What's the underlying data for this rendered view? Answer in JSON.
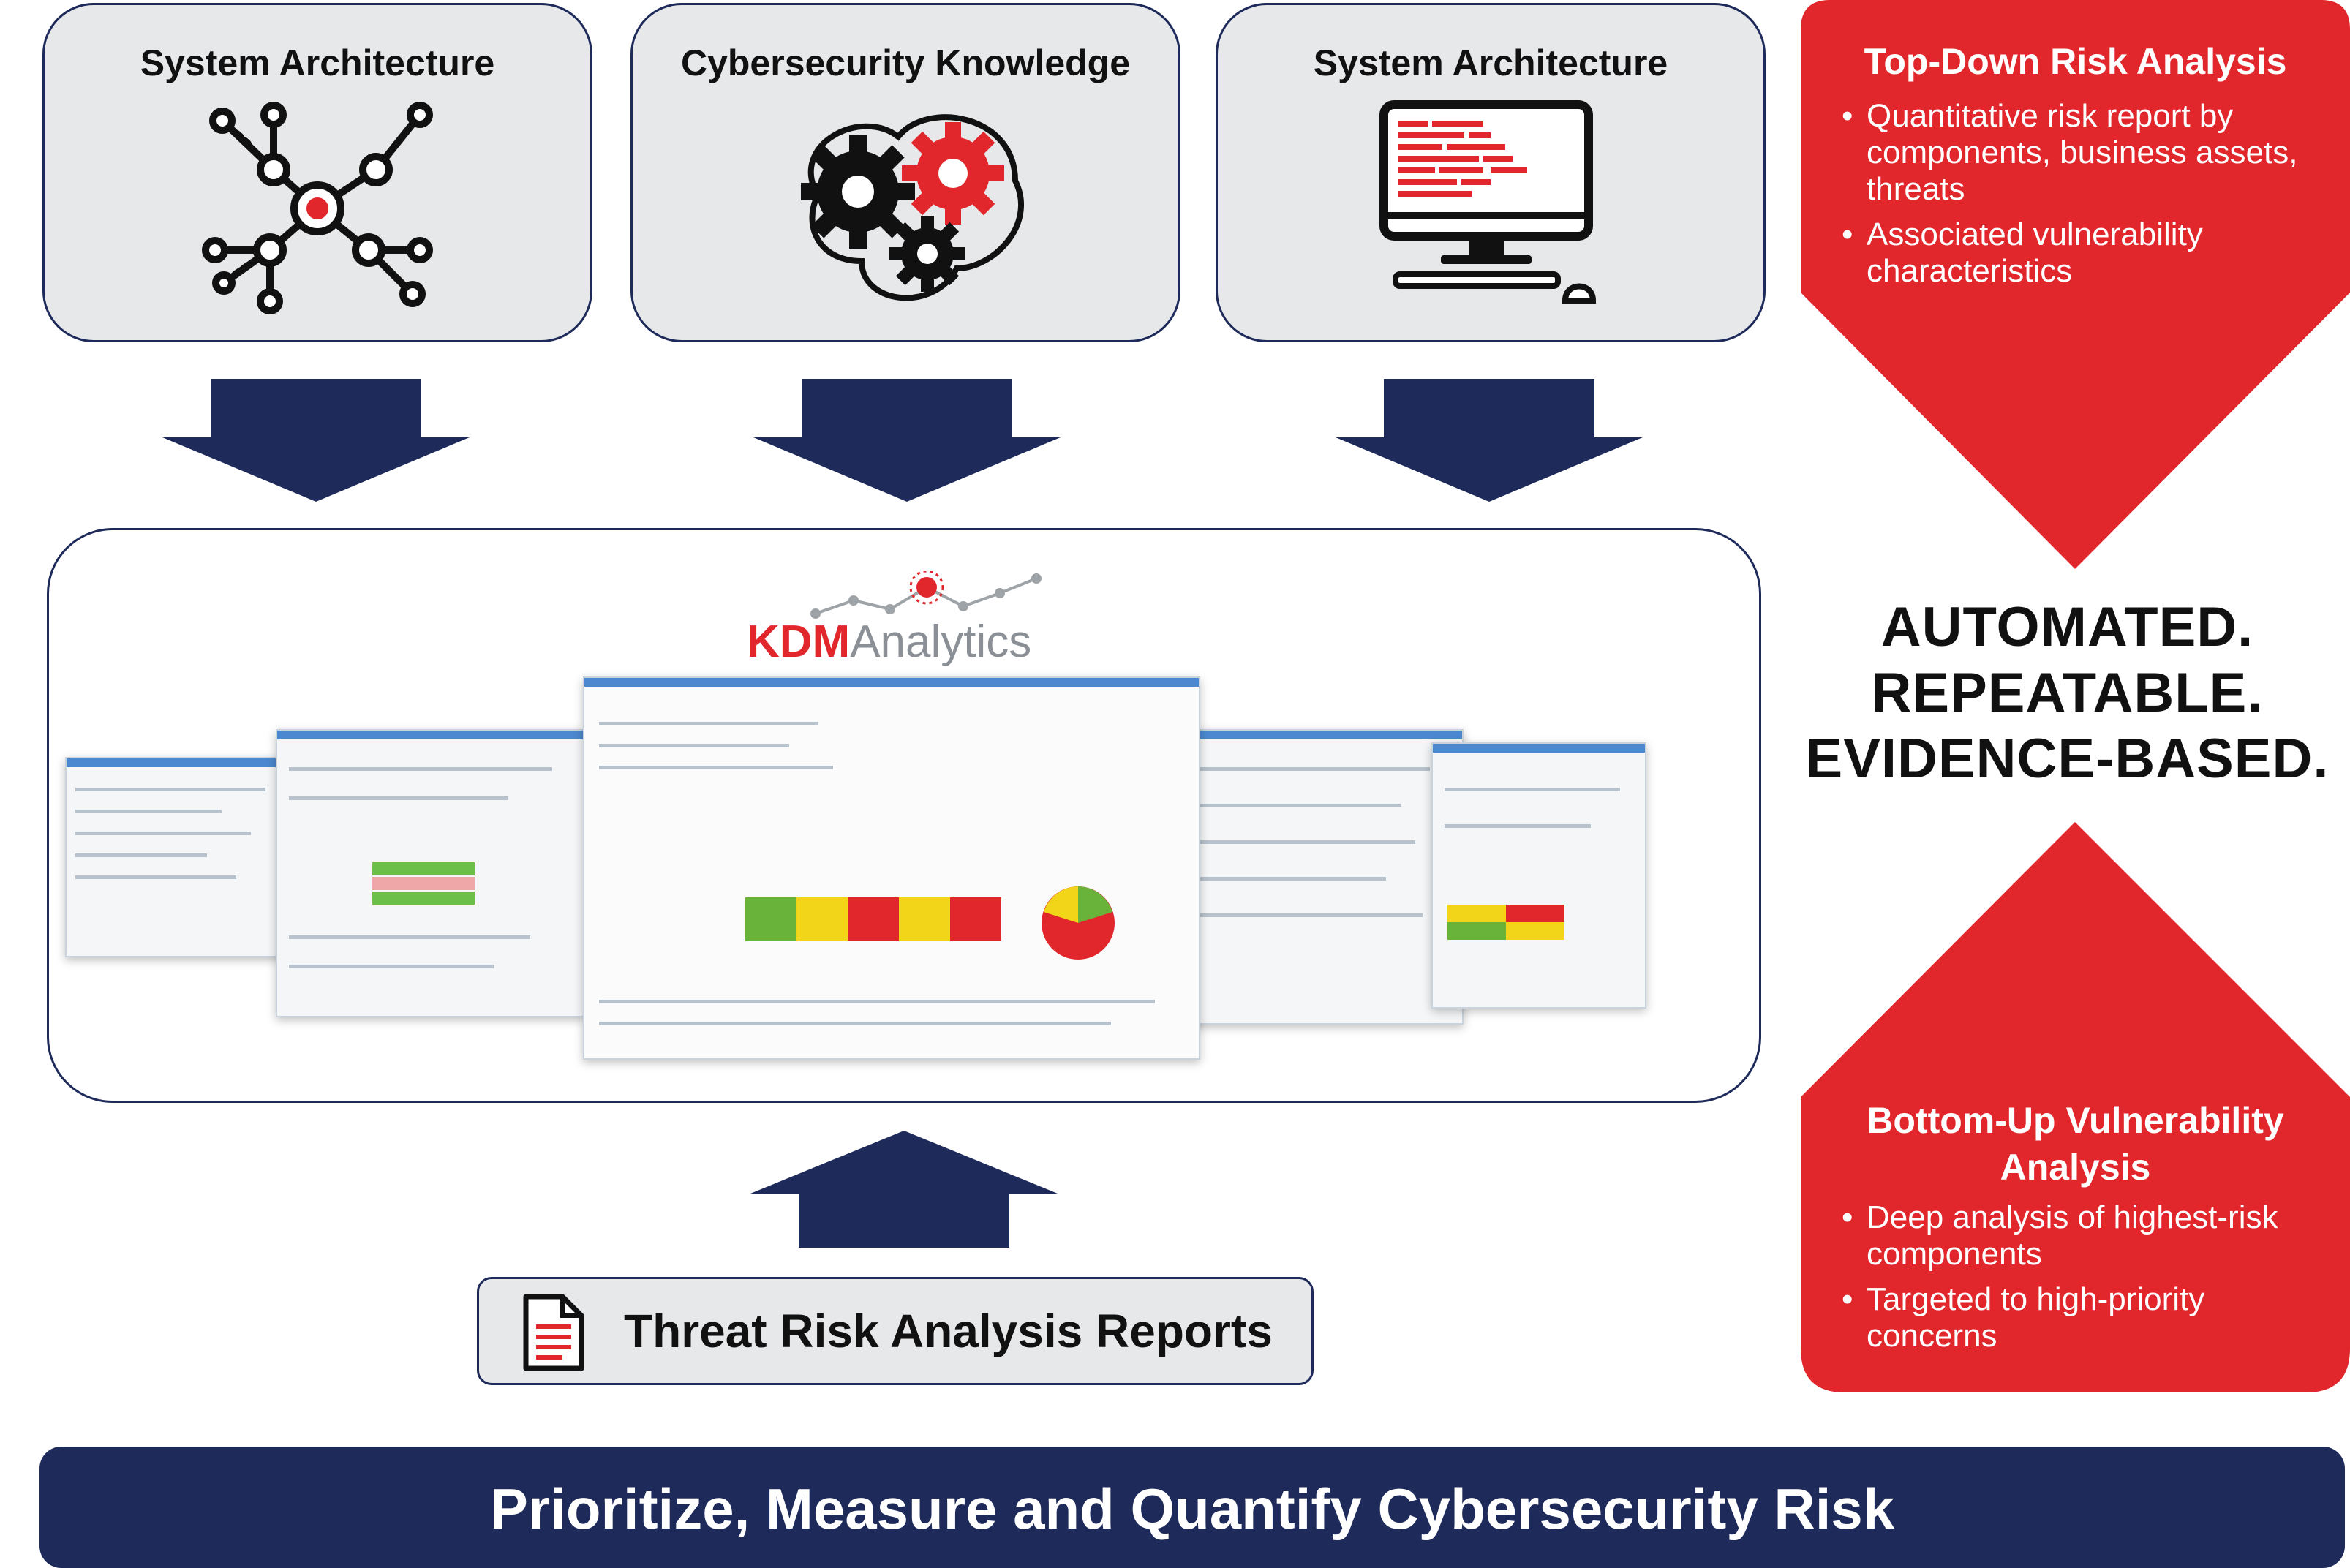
{
  "inputs": [
    {
      "title": "System Architecture",
      "icon": "network-graph-icon"
    },
    {
      "title": "Cybersecurity Knowledge",
      "icon": "gears-icon"
    },
    {
      "title": "System Architecture",
      "icon": "computer-monitor-icon"
    }
  ],
  "center": {
    "logo_bold": "KDM",
    "logo_regular": "Analytics",
    "image": "tool-screenshots-collage"
  },
  "report": {
    "label": "Threat Risk Analysis Reports",
    "icon": "document-icon"
  },
  "top_down": {
    "title": "Top-Down Risk Analysis",
    "bullets": [
      "Quantitative risk report by components, business assets, threats",
      "Associated vulnerability characteristics"
    ]
  },
  "tagline": [
    "AUTOMATED.",
    "REPEATABLE.",
    "EVIDENCE-BASED."
  ],
  "bottom_up": {
    "title_line1": "Bottom-Up Vulnerability",
    "title_line2": "Analysis",
    "bullets": [
      "Deep analysis of highest-risk components",
      "Targeted to high-priority concerns"
    ]
  },
  "footer": "Prioritize, Measure and Quantify Cybersecurity Risk",
  "colors": {
    "navy": "#1d2a5a",
    "red": "#e1262c",
    "box_gray": "#e7e8ea"
  }
}
